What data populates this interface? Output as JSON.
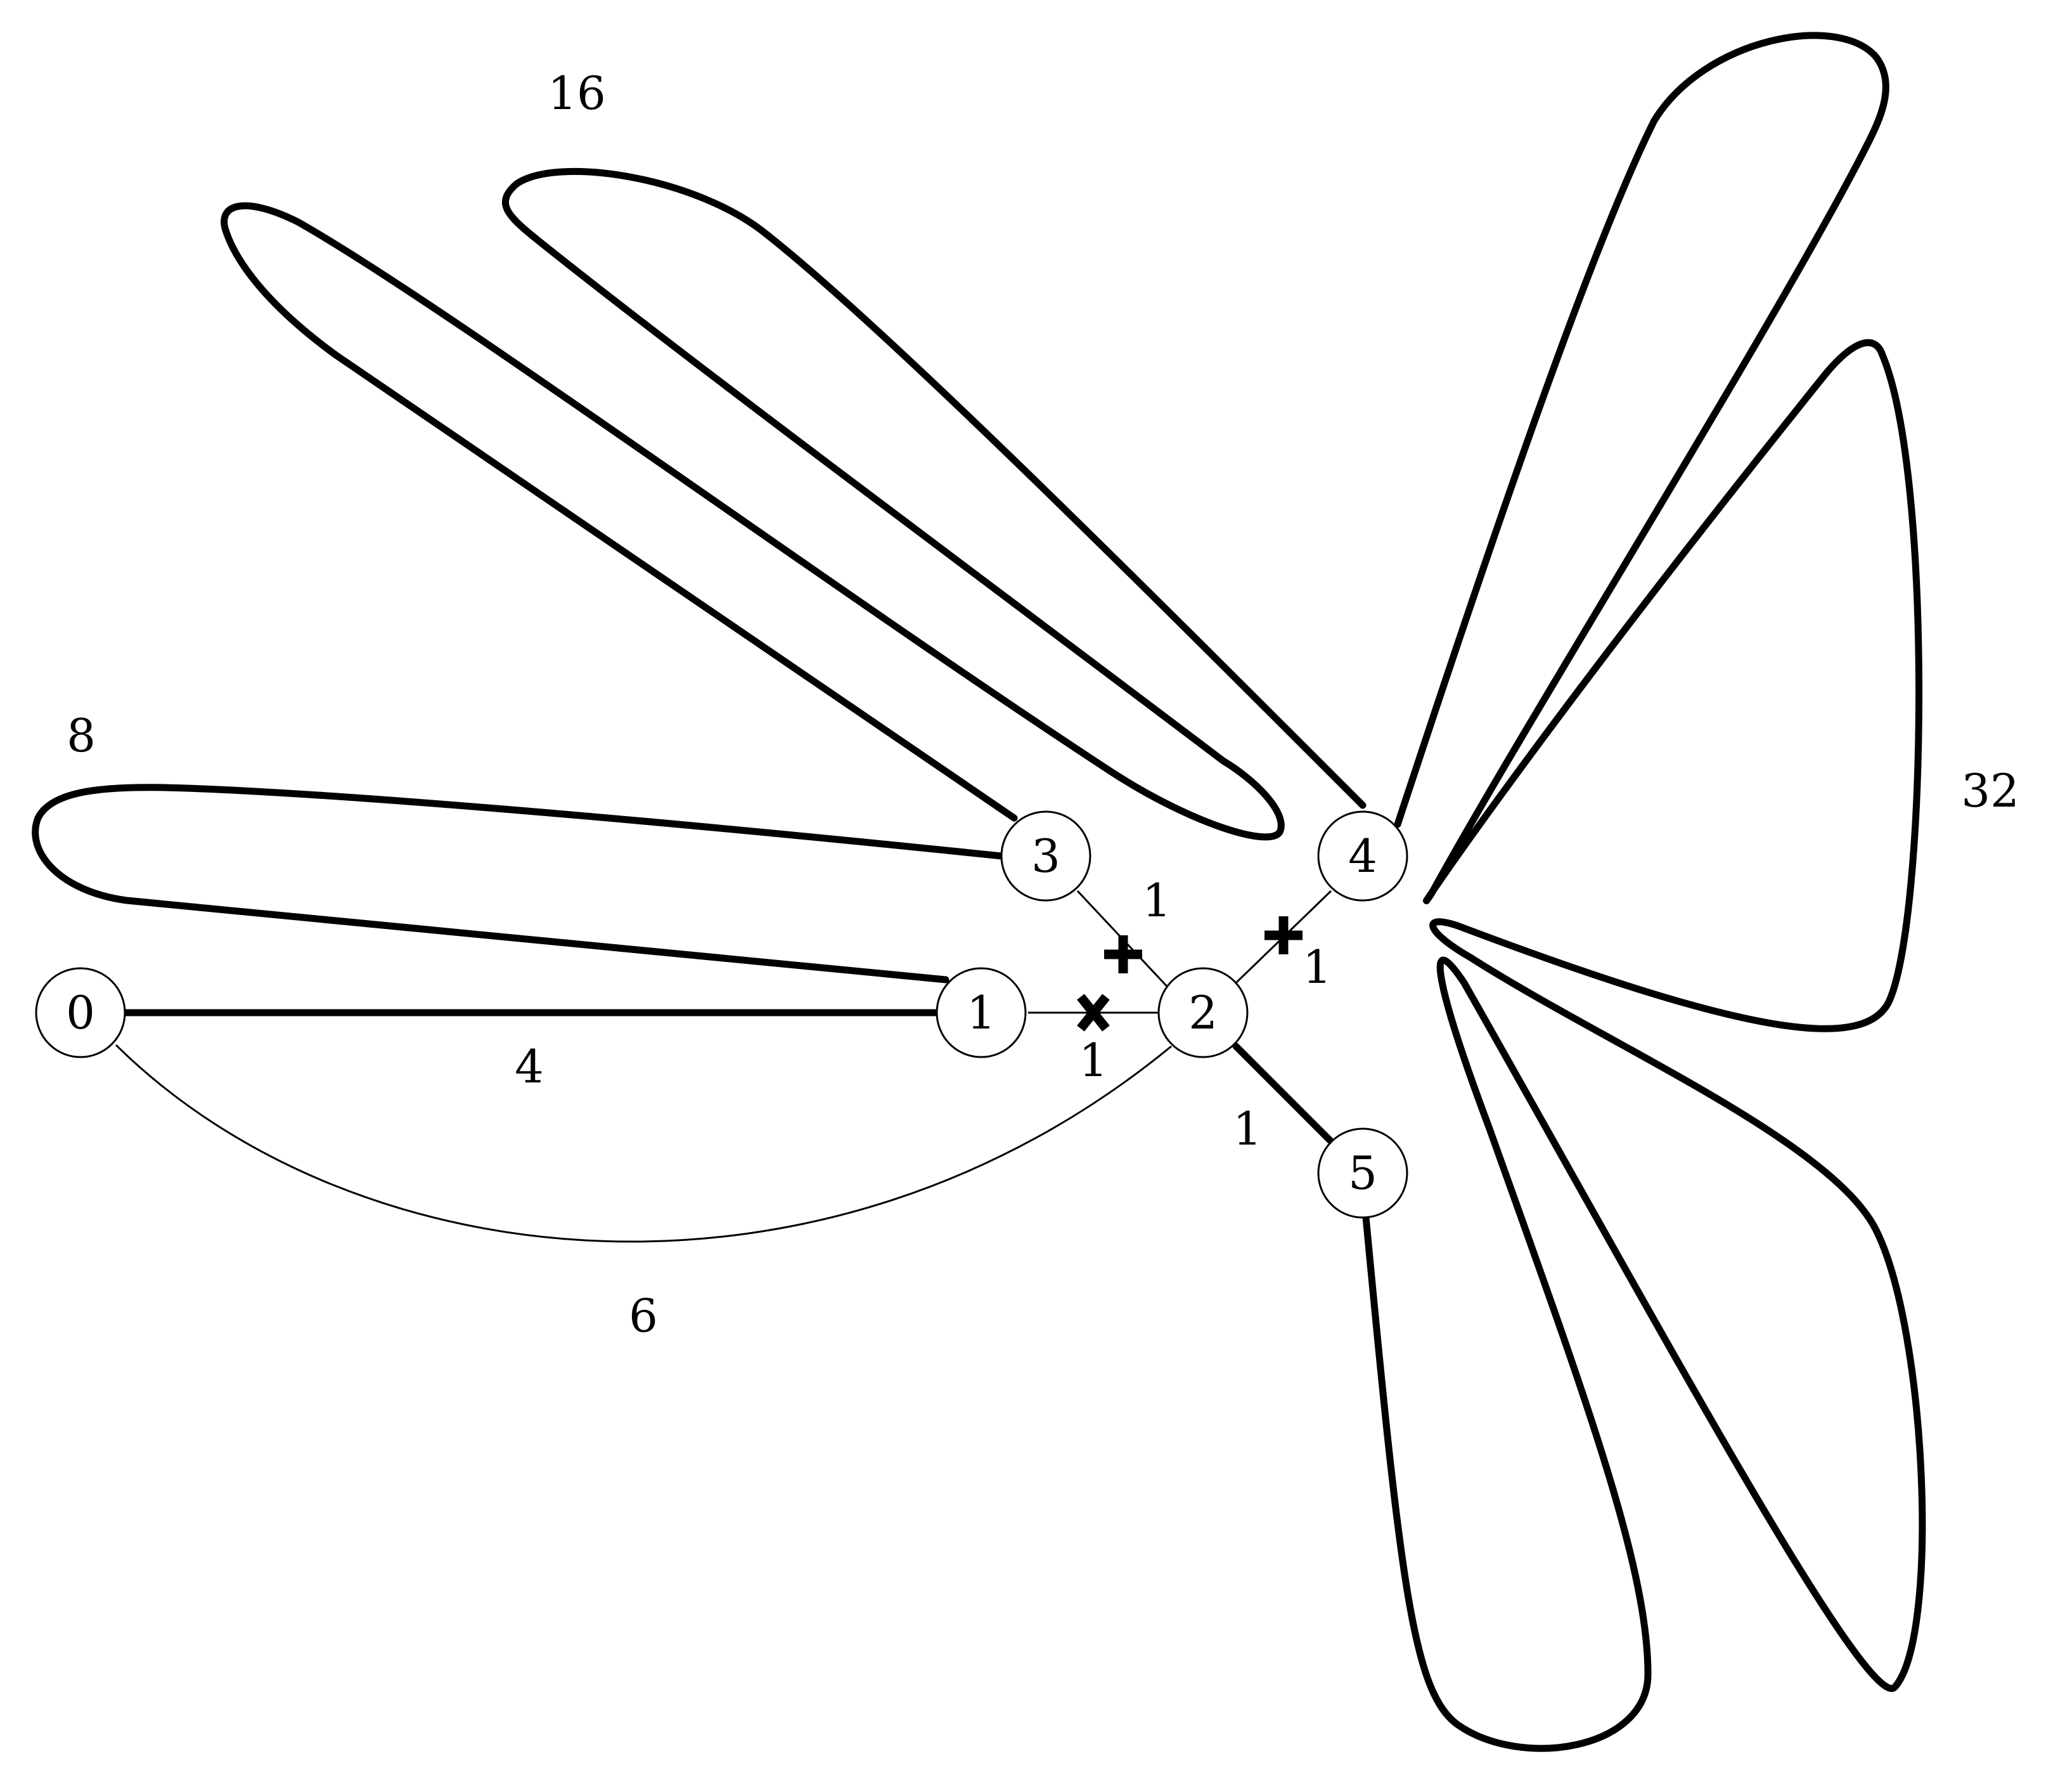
{
  "nodes": [
    {
      "id": "0",
      "label": "0"
    },
    {
      "id": "1",
      "label": "1"
    },
    {
      "id": "2",
      "label": "2"
    },
    {
      "id": "3",
      "label": "3"
    },
    {
      "id": "4",
      "label": "4"
    },
    {
      "id": "5",
      "label": "5"
    }
  ],
  "edges": [
    {
      "from": "0",
      "to": "1",
      "weight": "4",
      "style": "thick"
    },
    {
      "from": "0",
      "to": "2",
      "weight": "6",
      "style": "thin"
    },
    {
      "from": "1",
      "to": "2",
      "weight": "1",
      "style": "thin",
      "marker": "cross"
    },
    {
      "from": "3",
      "to": "2",
      "weight": "1",
      "style": "thin",
      "marker": "plus"
    },
    {
      "from": "4",
      "to": "2",
      "weight": "1",
      "style": "thin",
      "marker": "plus"
    },
    {
      "from": "2",
      "to": "5",
      "weight": "1",
      "style": "thick"
    }
  ],
  "loops": [
    {
      "nodes": [
        "1",
        "3"
      ],
      "weight": "8"
    },
    {
      "nodes": [
        "3",
        "4"
      ],
      "weight": "16"
    },
    {
      "nodes": [
        "4",
        "5"
      ],
      "weight": "32"
    }
  ]
}
